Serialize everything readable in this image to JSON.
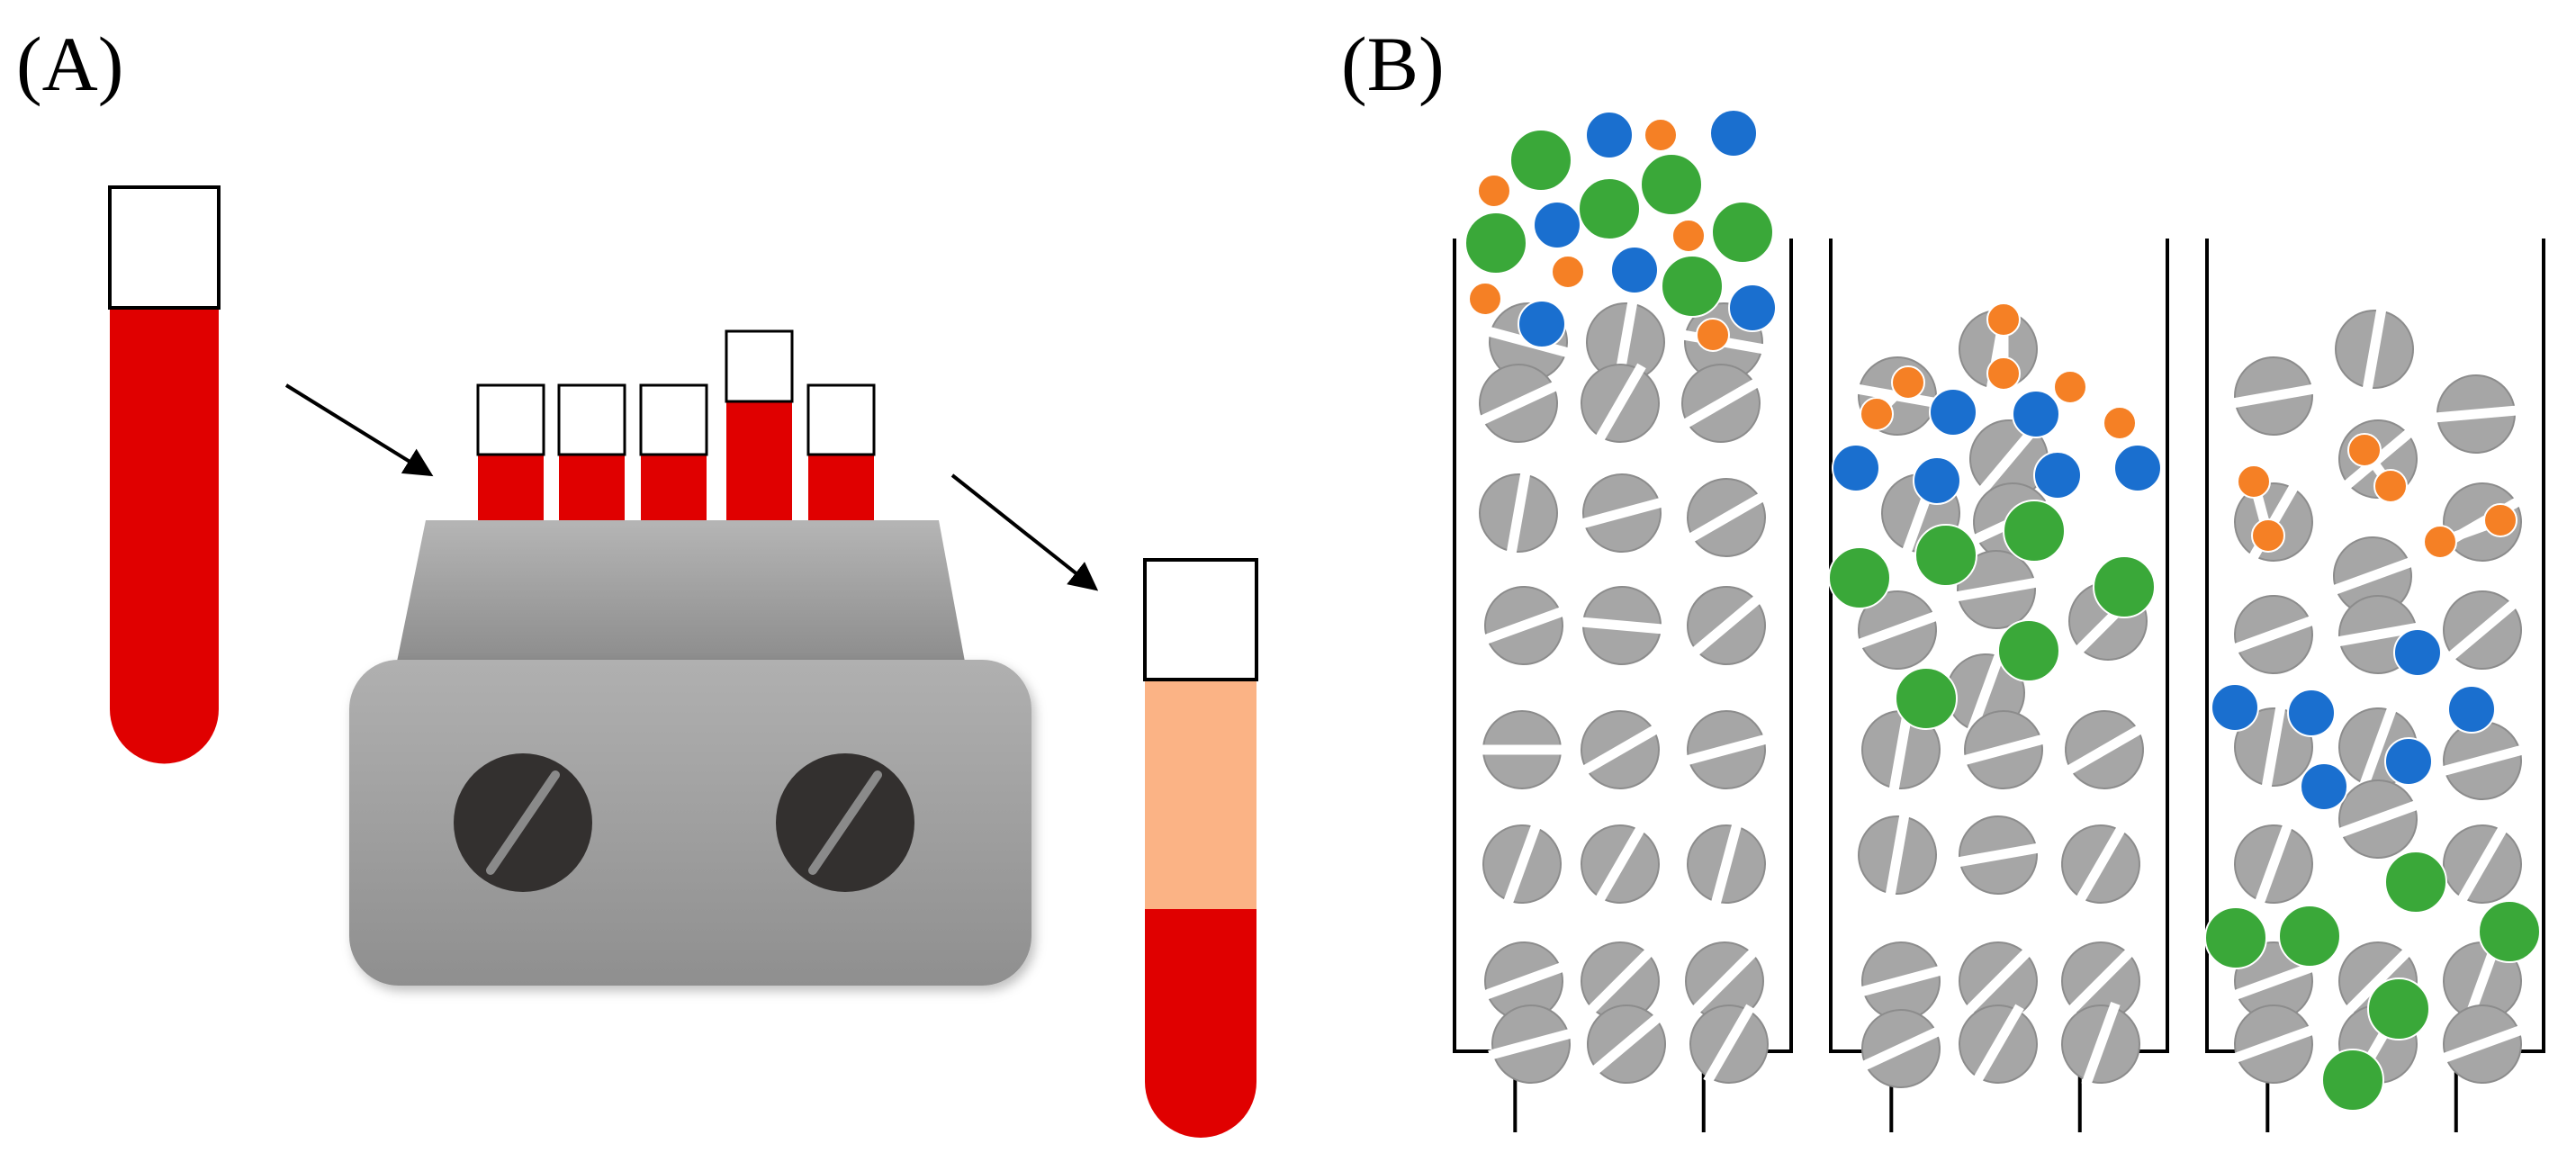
{
  "panels": {
    "a": {
      "label": "(A)"
    },
    "b": {
      "label": "(B)"
    }
  },
  "colors": {
    "blood": "#e00000",
    "plasma": "#fbb385",
    "bead": "#a6a6a6",
    "bead_edge": "#8c8c8c",
    "green_particle": "#3aa839",
    "blue_particle": "#1a6fcf",
    "orange_particle": "#f58025",
    "knob": "#33302f",
    "device_body": "#a9a9a9"
  },
  "icons": {
    "a_panel": [
      "blood-tube-icon",
      "arrow-icon",
      "mixer-device-icon",
      "separated-tube-icon"
    ],
    "b_panel": [
      "packed-column-icon",
      "bead-icon",
      "particle-icon"
    ]
  },
  "separated_tube_fractions": {
    "plasma": 0.5,
    "blood": 0.5
  }
}
